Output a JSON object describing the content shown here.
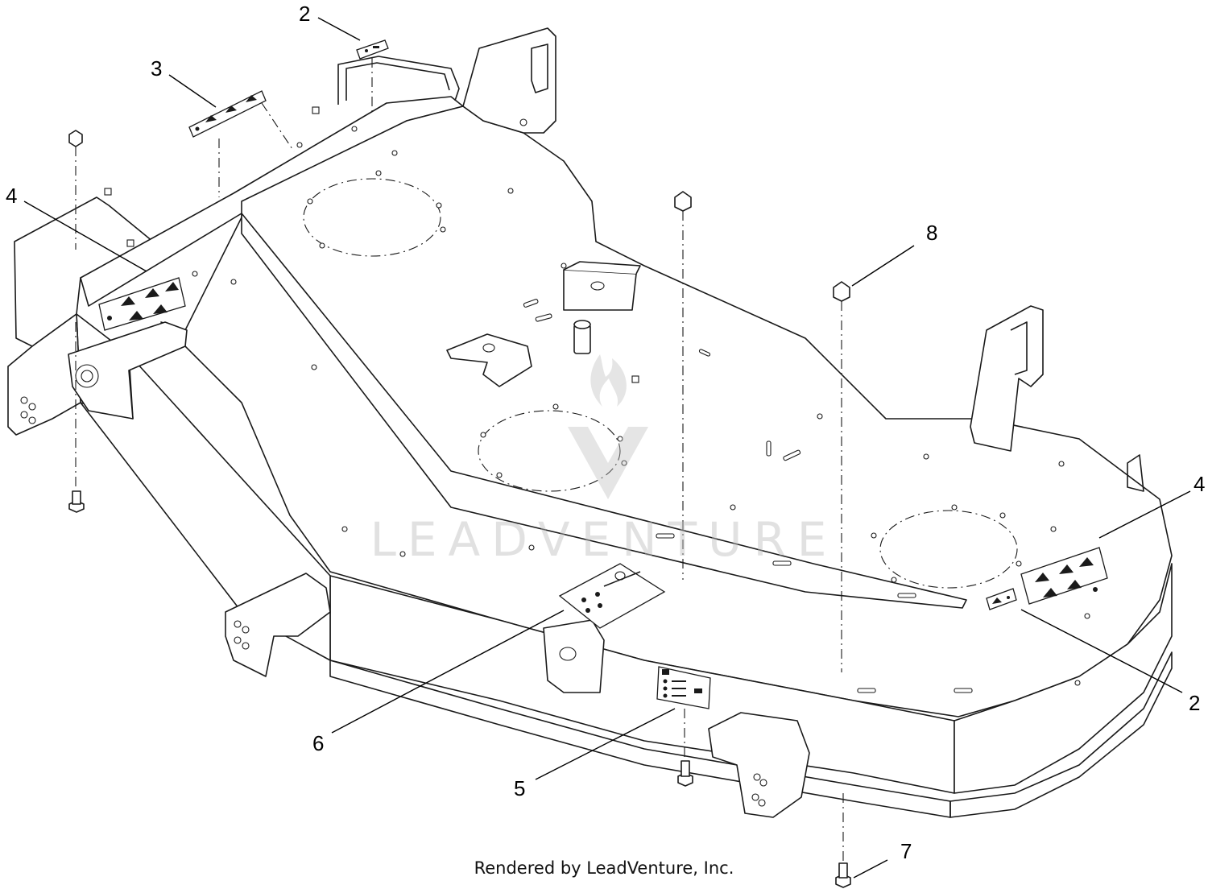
{
  "diagram": {
    "callouts": [
      {
        "id": "c2a",
        "label": "2"
      },
      {
        "id": "c3",
        "label": "3"
      },
      {
        "id": "c4a",
        "label": "4"
      },
      {
        "id": "c8",
        "label": "8"
      },
      {
        "id": "c4b",
        "label": "4"
      },
      {
        "id": "c2b",
        "label": "2"
      },
      {
        "id": "c6",
        "label": "6"
      },
      {
        "id": "c5",
        "label": "5"
      },
      {
        "id": "c7",
        "label": "7"
      }
    ],
    "watermark": "LEADVENTURE",
    "credit": "Rendered by LeadVenture, Inc."
  }
}
